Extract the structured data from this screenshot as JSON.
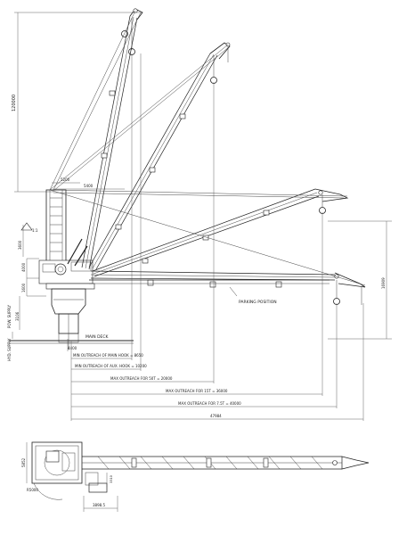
{
  "dims": {
    "height_total": "120000",
    "top_offset": "5200",
    "lower_radius": "5400",
    "boom_offset": "3600",
    "short_a": "4000",
    "short_b": "3106",
    "short_c": "1600",
    "right_height": "16909",
    "pivot_x": "4400",
    "overall_width": "47984",
    "plan_width": "5852",
    "plan_radius": "R5000",
    "plan_tail": "3898.5",
    "plan_small": "3310",
    "angle_label": "1:1"
  },
  "labels": {
    "parking_position": "PARKING POSITION",
    "main_deck": "MAIN DECK",
    "hyd_supply": "HYD. SUPPLY",
    "pow_supply": "POW. SUPPLY"
  },
  "outreach": [
    "MIN OUTREACH OF MAIN HOOK = 8650",
    "MIN OUTREACH OF AUX. HOOK = 10200",
    "MAX OUTREACH FOR 50T = 20000",
    "MAX OUTREACH FOR 15T = 36000",
    "MAX OUTREACH FOR 7.5T = 40000"
  ]
}
